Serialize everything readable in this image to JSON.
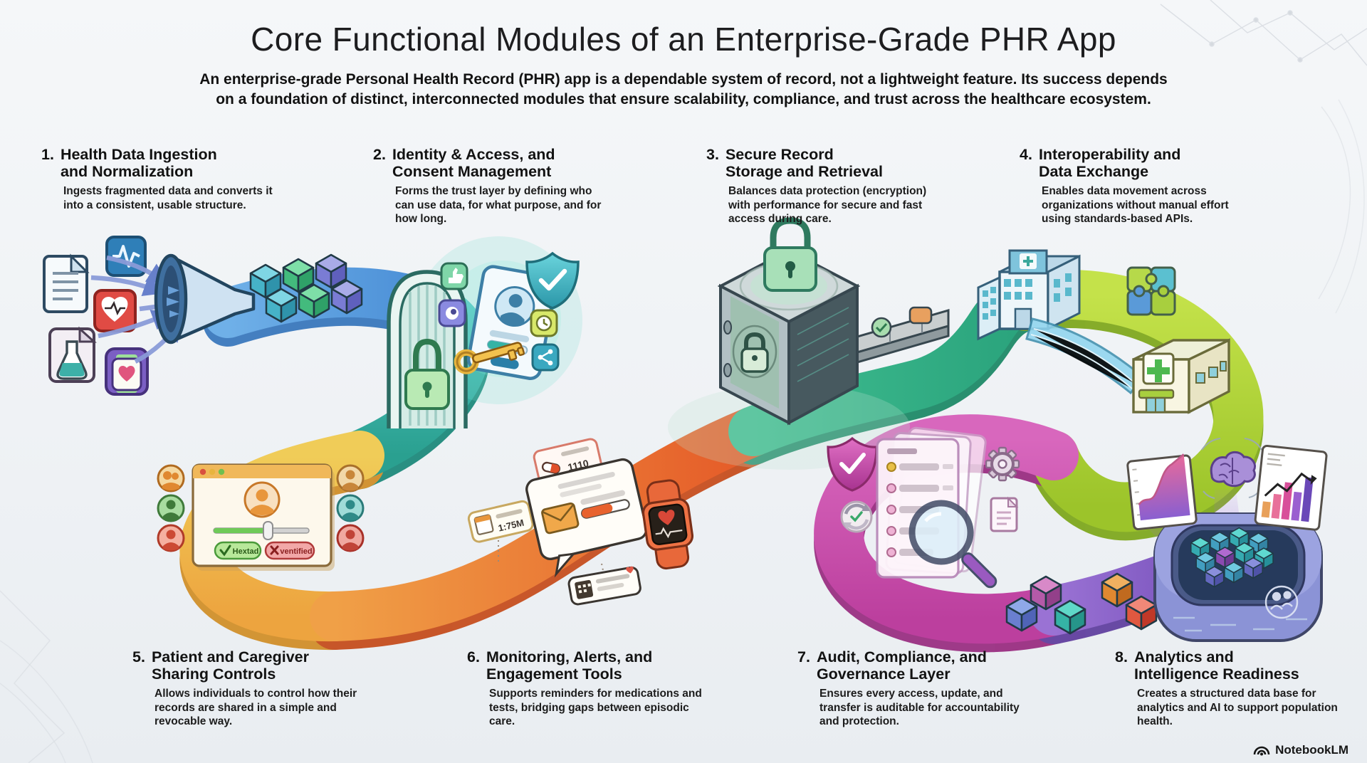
{
  "header": {
    "title": "Core Functional Modules of an Enterprise-Grade PHR App",
    "subtitle_line1": "An enterprise-grade Personal Health Record (PHR) app is a dependable system of record, not a lightweight feature. Its success depends",
    "subtitle_line2": "on a foundation of distinct, interconnected modules that ensure scalability, compliance, and trust across the healthcare ecosystem."
  },
  "modules": [
    {
      "number": "1.",
      "title_line1": "Health Data Ingestion",
      "title_line2": "and Normalization",
      "description": "Ingests fragmented data and converts it into a consistent, usable structure."
    },
    {
      "number": "2.",
      "title_line1": "Identity & Access, and",
      "title_line2": "Consent Management",
      "description": "Forms the trust layer by defining who can use data, for what purpose, and for how long."
    },
    {
      "number": "3.",
      "title_line1": "Secure Record",
      "title_line2": "Storage and Retrieval",
      "description": "Balances data protection (encryption) with performance for secure and fast access during care."
    },
    {
      "number": "4.",
      "title_line1": "Interoperability and",
      "title_line2": "Data Exchange",
      "description": "Enables data movement across organizations without manual effort using standards-based APIs."
    },
    {
      "number": "5.",
      "title_line1": "Patient and Caregiver",
      "title_line2": "Sharing Controls",
      "description": "Allows individuals to control how their records are shared in a simple and revocable way."
    },
    {
      "number": "6.",
      "title_line1": "Monitoring, Alerts, and",
      "title_line2": "Engagement Tools",
      "description": "Supports reminders for medications and tests, bridging gaps between episodic care."
    },
    {
      "number": "7.",
      "title_line1": "Audit, Compliance, and",
      "title_line2": "Governance Layer",
      "description": "Ensures every access, update, and transfer is auditable for accountability and protection."
    },
    {
      "number": "8.",
      "title_line1": "Analytics and",
      "title_line2": "Intelligence Readiness",
      "description": "Creates a structured data base for analytics and AI to support population health."
    }
  ],
  "illustration_labels": {
    "sharing_granted": "Hextad",
    "sharing_revoked": "ventified",
    "pill_reminder_value": "1110",
    "appointment_value": "1:75M"
  },
  "footer": {
    "brand": "NotebookLM"
  },
  "colors": {
    "path_blue": "#4f93d8",
    "path_teal": "#2fa898",
    "path_yellow": "#eec24f",
    "path_orange": "#e8702f",
    "path_green": "#2fae83",
    "path_lime": "#a6cf33",
    "path_magenta": "#c94fae",
    "path_purple": "#8a63c9"
  }
}
